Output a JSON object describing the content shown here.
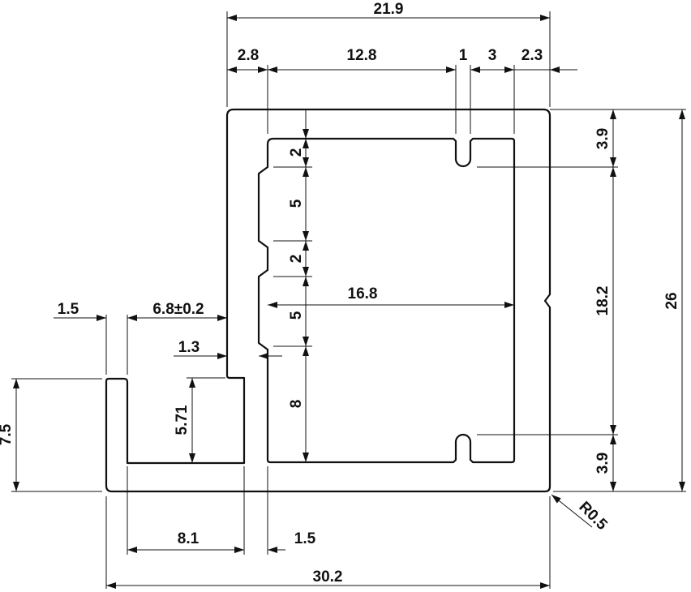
{
  "dimensions": {
    "overall_top_width": "21.9",
    "left_offset": "2.8",
    "inner_width_top": "12.8",
    "slot_width": "1",
    "slot_gap": "3",
    "right_wall": "2.3",
    "right_top_offset": "3.9",
    "right_middle": "18.2",
    "right_bottom_offset": "3.9",
    "overall_height": "26",
    "corner_radius": "R0.5",
    "lip_width": "1.5",
    "channel_width": "6.8±0.2",
    "step_depth": "1.3",
    "channel_depth": "5.71",
    "left_height": "7.5",
    "inner_width_middle": "16.8",
    "seg_2a": "2",
    "seg_5a": "5",
    "seg_2b": "2",
    "seg_5b": "5",
    "seg_8": "8",
    "channel_bottom_width": "8.1",
    "wall_thickness": "1.5",
    "overall_bottom_width": "30.2"
  }
}
